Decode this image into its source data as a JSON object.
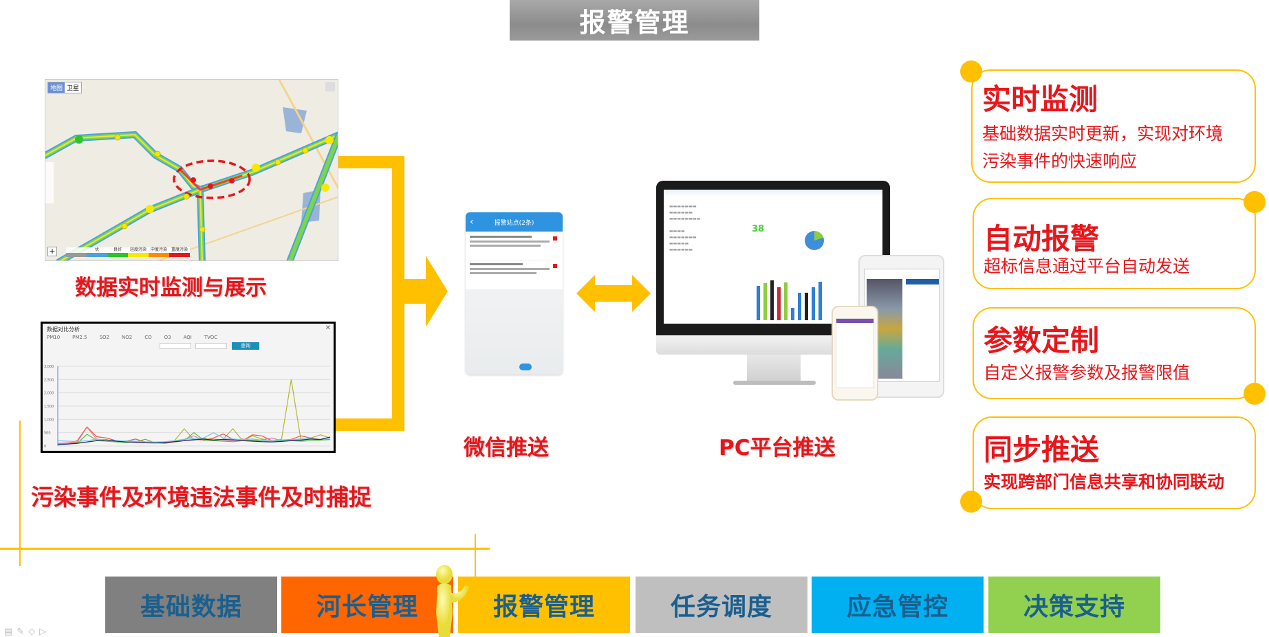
{
  "header": {
    "title": "报警管理"
  },
  "map_panel": {
    "map_tab": "地图",
    "satellite_tab": "卫星",
    "legend": [
      "优",
      "良好",
      "轻度污染",
      "中度污染",
      "重度污染"
    ],
    "zoom_in": "+",
    "caption": "数据实时监测与展示"
  },
  "chart_panel": {
    "title": "数据对比分析",
    "pollutants": [
      "PM10",
      "PM2.5",
      "SO2",
      "NO2",
      "CO",
      "O3",
      "AQI",
      "TVOC"
    ],
    "query_button": "查询",
    "caption": "污染事件及环境违法事件及时捕捉",
    "chart_data": {
      "type": "line",
      "title": "数据对比分析",
      "ylim": [
        0,
        3000
      ],
      "yticks": [
        "0",
        "500",
        "1,000",
        "1,500",
        "2,000",
        "2,500",
        "3,000"
      ],
      "series": [
        {
          "name": "olive",
          "color": "#b5b52a",
          "values": [
            80,
            90,
            120,
            150,
            200,
            180,
            160,
            150,
            140,
            120,
            130,
            160,
            200,
            650,
            220,
            300,
            200,
            250,
            650,
            200,
            380,
            260,
            200,
            250,
            2500,
            200,
            300,
            420,
            300
          ]
        },
        {
          "name": "red",
          "color": "#f05a3a",
          "values": [
            60,
            100,
            200,
            720,
            350,
            300,
            200,
            180,
            260,
            150,
            120,
            100,
            150,
            200,
            250,
            220,
            300,
            450,
            250,
            200,
            420,
            380,
            200,
            220,
            250,
            380,
            300,
            250,
            330
          ]
        },
        {
          "name": "pink",
          "color": "#f07aa0",
          "values": [
            100,
            120,
            150,
            700,
            260,
            220,
            200,
            160,
            150,
            140,
            130,
            150,
            200,
            250,
            380,
            200,
            260,
            220,
            200,
            260,
            200,
            240,
            300,
            200,
            220,
            240,
            260,
            230,
            250
          ]
        },
        {
          "name": "green",
          "color": "#55c040",
          "values": [
            70,
            90,
            100,
            440,
            220,
            180,
            150,
            130,
            160,
            250,
            120,
            140,
            180,
            200,
            500,
            220,
            200,
            180,
            160,
            200,
            220,
            180,
            160,
            200,
            200,
            180,
            200,
            220,
            240
          ]
        },
        {
          "name": "lightblue",
          "color": "#70c8f0",
          "values": [
            200,
            180,
            170,
            200,
            260,
            220,
            200,
            190,
            180,
            160,
            150,
            160,
            200,
            250,
            280,
            300,
            500,
            300,
            260,
            240,
            260,
            220,
            200,
            220,
            240,
            260,
            280,
            250,
            300
          ]
        },
        {
          "name": "navy",
          "color": "#1a2a80",
          "values": [
            50,
            70,
            100,
            150,
            200,
            230,
            180,
            150,
            140,
            120,
            110,
            130,
            160,
            200,
            230,
            260,
            220,
            250,
            230,
            200,
            180,
            160,
            150,
            170,
            200,
            220,
            260,
            240,
            340
          ]
        }
      ]
    }
  },
  "wechat": {
    "phone_title": "报警站点(2条)",
    "caption": "微信推送"
  },
  "pc": {
    "aqi_value": "38",
    "caption": "PC平台推送"
  },
  "features": [
    {
      "title": "实时监测",
      "lines": [
        "基础数据实时更新，实现对环境",
        "污染事件的快速响应"
      ]
    },
    {
      "title": "自动报警",
      "lines": [
        "超标信息通过平台自动发送"
      ]
    },
    {
      "title": "参数定制",
      "lines": [
        "自定义报警参数及报警限值"
      ]
    },
    {
      "title": "同步推送",
      "lines": [
        "实现跨部门信息共享和协同联动"
      ]
    }
  ],
  "nav_tabs": [
    {
      "label": "基础数据",
      "color": "#808080"
    },
    {
      "label": "河长管理",
      "color": "#ff6600"
    },
    {
      "label": "报警管理",
      "color": "#ffc000"
    },
    {
      "label": "任务调度",
      "color": "#bfbfbf"
    },
    {
      "label": "应急管控",
      "color": "#00b0f0"
    },
    {
      "label": "决策支持",
      "color": "#92d050"
    }
  ],
  "colors": {
    "accent": "#ffc000",
    "highlight_text": "#e8161b",
    "tab_text": "#1a5f8e"
  }
}
